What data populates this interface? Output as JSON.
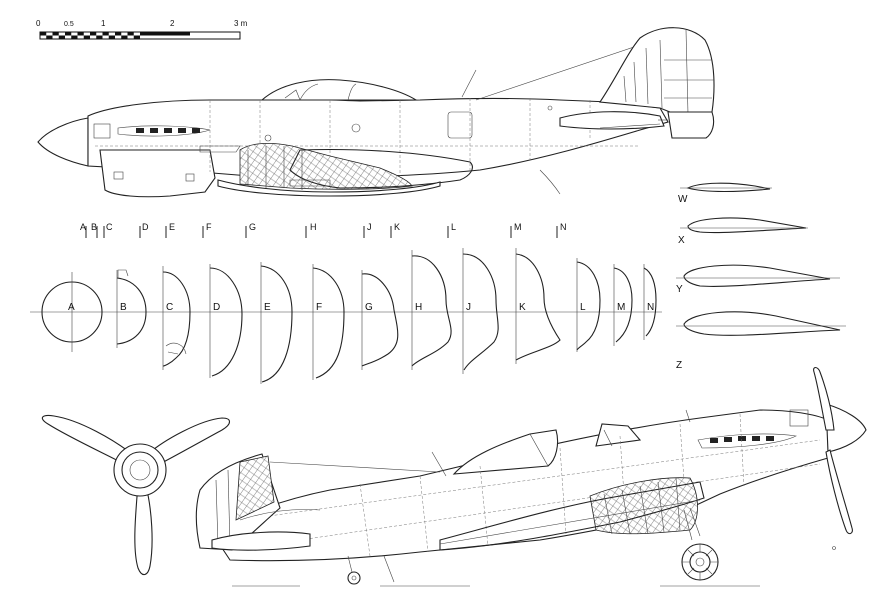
{
  "scale_bar": {
    "labels": [
      "0",
      "0.5",
      "1",
      "2",
      "3 m"
    ]
  },
  "station_labels": [
    "A",
    "B",
    "C",
    "D",
    "E",
    "F",
    "G",
    "H",
    "J",
    "K",
    "L",
    "M",
    "N"
  ],
  "section_labels": [
    "A",
    "B",
    "C",
    "D",
    "E",
    "F",
    "G",
    "H",
    "J",
    "K",
    "L",
    "M",
    "N"
  ],
  "airfoil_labels": [
    "W",
    "X",
    "Y",
    "Z"
  ]
}
